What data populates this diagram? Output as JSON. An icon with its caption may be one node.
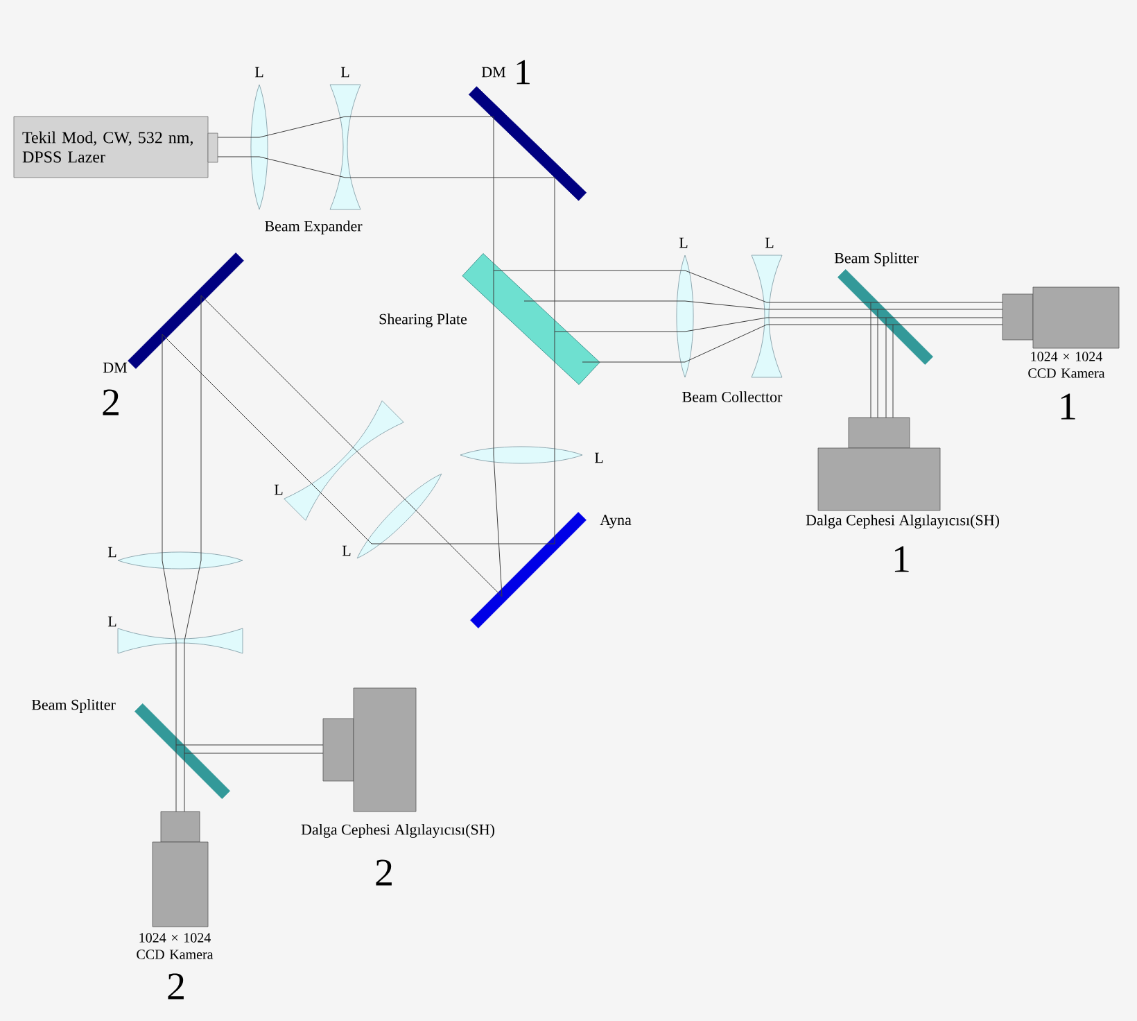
{
  "diagram": {
    "nodes": [
      {
        "text": [
          "Tekil Mod, CW, 532 nm, DPSS Lazer"
        ]
      },
      {
        "text": [],
        "shape": "lens",
        "beside": [
          "L"
        ]
      },
      {
        "text": [],
        "shape": "lens",
        "beside": [
          "L"
        ]
      },
      {
        "text": [],
        "shape": "mirror",
        "beside": [
          "DM",
          "1"
        ]
      },
      {
        "text": [],
        "shape": "box",
        "beside": [
          "Shearing Plate"
        ]
      },
      {
        "text": [],
        "shape": "lens",
        "beside": [
          "L"
        ]
      },
      {
        "text": [],
        "shape": "lens",
        "beside": [
          "L"
        ]
      },
      {
        "text": [],
        "shape": "mirror",
        "beside": [
          "Beam Splitter"
        ]
      },
      {
        "text": [],
        "shape": "box",
        "beside": [
          "1024 × 1024 CCD Kamera",
          "1"
        ]
      },
      {
        "text": [],
        "shape": "box",
        "beside": [
          "Dalga Cephesi Algılayıcısı(SH)",
          "1"
        ]
      },
      {
        "text": [],
        "shape": "lens",
        "beside": [
          "L"
        ]
      },
      {
        "text": [],
        "shape": "mirror",
        "beside": [
          "Ayna"
        ]
      },
      {
        "text": [],
        "shape": "lens",
        "beside": [
          "L"
        ]
      },
      {
        "text": [],
        "shape": "lens",
        "beside": [
          "L"
        ]
      },
      {
        "text": [],
        "shape": "mirror",
        "beside": [
          "DM",
          "2"
        ]
      },
      {
        "text": [],
        "shape": "lens",
        "beside": [
          "L"
        ]
      },
      {
        "text": [],
        "shape": "lens",
        "beside": [
          "L"
        ]
      },
      {
        "text": [],
        "shape": "mirror",
        "beside": [
          "Beam Splitter"
        ]
      },
      {
        "text": [],
        "shape": "box",
        "beside": [
          "Dalga Cephesi Algılayıcısı(SH)",
          "2"
        ]
      },
      {
        "text": [],
        "shape": "box",
        "beside": [
          "1024 × 1024 CCD Kamera",
          "2"
        ]
      }
    ],
    "edges": [
      {
        "from": 0,
        "to": 1,
        "arrow": "none"
      },
      {
        "from": 1,
        "to": 2,
        "arrow": "none"
      },
      {
        "from": 2,
        "to": 3,
        "arrow": "none"
      },
      {
        "from": 3,
        "to": 4,
        "arrow": "none"
      },
      {
        "from": 4,
        "to": 10,
        "arrow": "none"
      },
      {
        "from": 4,
        "to": 5,
        "arrow": "none"
      },
      {
        "from": 5,
        "to": 6,
        "arrow": "none"
      },
      {
        "from": 6,
        "to": 7,
        "arrow": "none"
      },
      {
        "from": 7,
        "to": 8,
        "arrow": "none"
      },
      {
        "from": 7,
        "to": 9,
        "arrow": "none"
      },
      {
        "from": 10,
        "to": 11,
        "arrow": "none"
      },
      {
        "from": 11,
        "to": 12,
        "arrow": "none"
      },
      {
        "from": 12,
        "to": 13,
        "arrow": "none"
      },
      {
        "from": 13,
        "to": 14,
        "arrow": "none"
      },
      {
        "from": 14,
        "to": 15,
        "arrow": "none"
      },
      {
        "from": 15,
        "to": 16,
        "arrow": "none"
      },
      {
        "from": 16,
        "to": 17,
        "arrow": "none"
      },
      {
        "from": 17,
        "to": 19,
        "arrow": "none"
      },
      {
        "from": 17,
        "to": 18,
        "arrow": "none"
      }
    ],
    "labels": [
      "Beam Expander",
      "Beam Collecttor"
    ]
  }
}
